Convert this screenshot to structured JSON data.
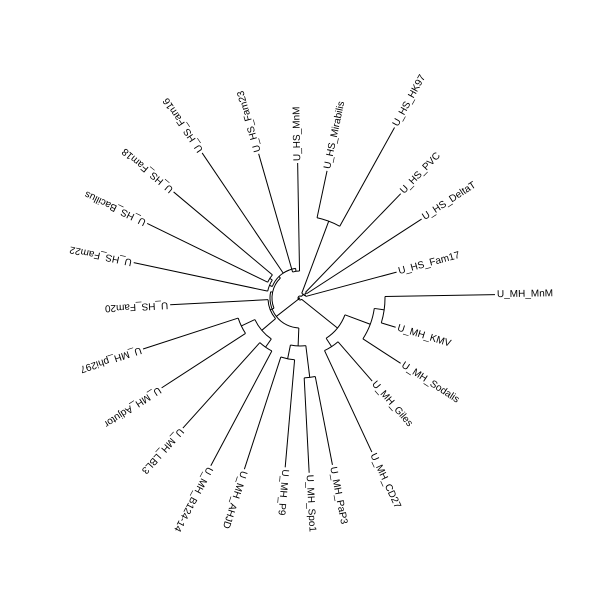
{
  "tree": {
    "layout": "circular",
    "line_color": "#000000",
    "text_color": "#000000",
    "background": "#ffffff",
    "tips": [
      "U_MH_MnM",
      "U_MH_KMV",
      "U_MH_Sodalis",
      "U_MH_Giles",
      "U_MH_CD27",
      "U_MH_PaP3",
      "U_MH_Spo1",
      "U_MH_P9",
      "U_MH_AHJD",
      "U_MH_B124-14",
      "U_MH_LBL3",
      "U_MH_Adjutor",
      "U_MH_phi297",
      "U_HS_Fam20",
      "U_HS_Fam22",
      "U_HS_Bacillus",
      "U_HS_Fam18",
      "U_HS_Fam16",
      "U_HS_Fam23",
      "U_HS_MnM",
      "U_HS_Mirabilis",
      "U_HS_HK97",
      "U_HS_PVC",
      "U_HS_DeltaT",
      "U_HS_Fam17"
    ]
  }
}
